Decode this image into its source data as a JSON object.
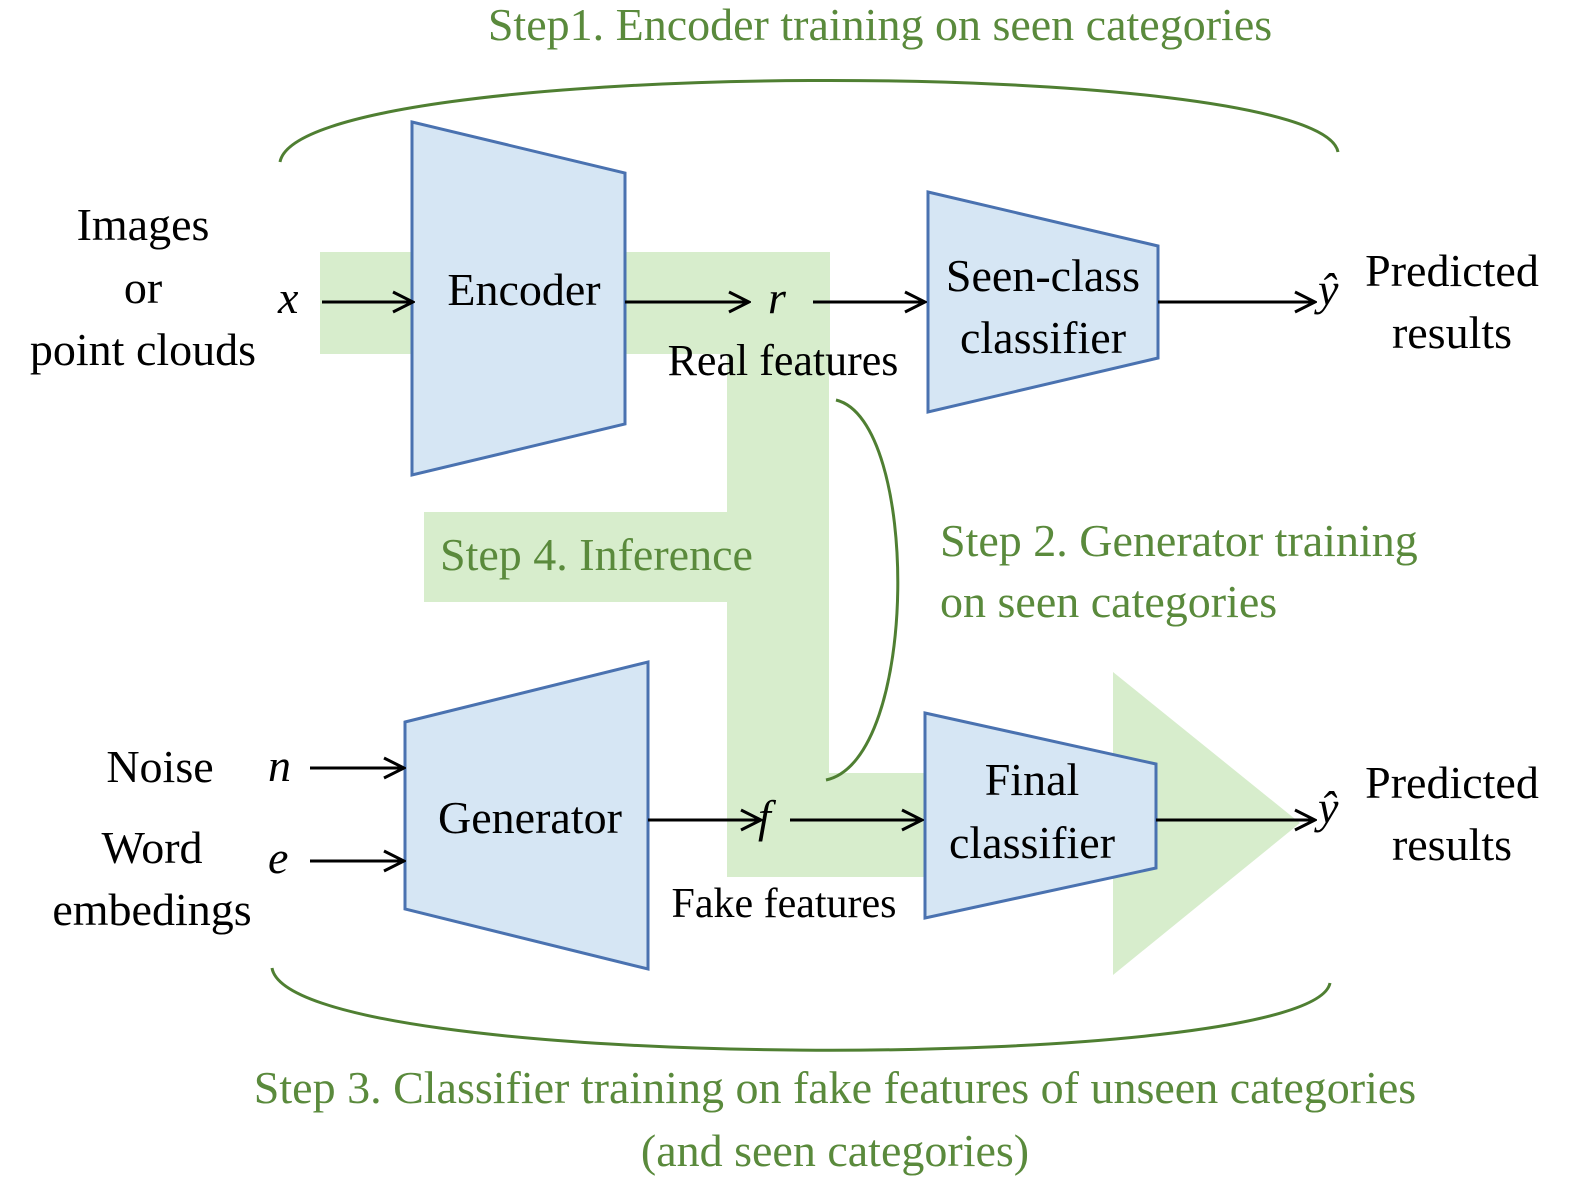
{
  "colors": {
    "step_text": "#5a8a3c",
    "highlight": "#d7edcc",
    "block_fill": "#d6e6f4",
    "block_stroke": "#4a72b0",
    "arrow": "#000000",
    "bracket": "#4f7f32"
  },
  "steps": {
    "step1": "Step1. Encoder training on seen categories",
    "step2_line1": "Step 2. Generator training",
    "step2_line2": "on seen categories",
    "step3_line1": "Step 3. Classifier training on fake features of unseen categories",
    "step3_line2": "(and seen categories)",
    "step4": "Step 4. Inference"
  },
  "inputs": {
    "images_line1": "Images",
    "images_line2": "or",
    "images_line3": "point clouds",
    "noise": "Noise",
    "word_line1": "Word",
    "word_line2": "embedings"
  },
  "variables": {
    "x": "x",
    "r": "r",
    "n": "n",
    "e": "e",
    "f": "f",
    "y_hat_top": "ŷ",
    "y_hat_bottom": "ŷ"
  },
  "blocks": {
    "encoder": "Encoder",
    "seen_classifier_line1": "Seen-class",
    "seen_classifier_line2": "classifier",
    "generator": "Generator",
    "final_classifier_line1": "Final",
    "final_classifier_line2": "classifier"
  },
  "feature_labels": {
    "real": "Real features",
    "fake": "Fake features"
  },
  "outputs": {
    "top_line1": "Predicted",
    "top_line2": "results",
    "bottom_line1": "Predicted",
    "bottom_line2": "results"
  }
}
